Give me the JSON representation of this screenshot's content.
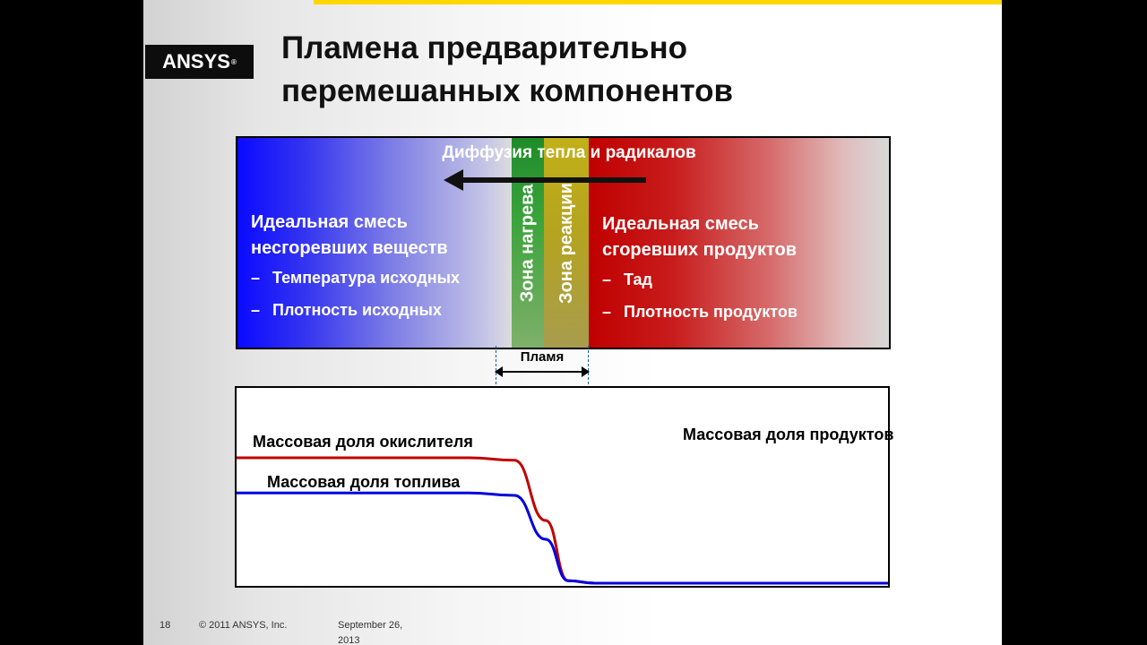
{
  "logo": {
    "text": "ANSYS",
    "mark": "®"
  },
  "title": {
    "line1": "Пламена предварительно",
    "line2": "перемешанных компонентов"
  },
  "diagram": {
    "arrow_label": "Диффузия тепла и радикалов",
    "left": {
      "heading1": "Идеальная смесь",
      "heading2": "несгоревших веществ",
      "bullets": [
        "Температура исходных",
        "Плотность исходных"
      ]
    },
    "zones": [
      "Зона нагрева",
      "Зона реакции"
    ],
    "right": {
      "heading1": "Идеальная смесь",
      "heading2": "сгоревших продуктов",
      "bullets": [
        "Тад",
        "Плотность продуктов"
      ]
    },
    "flame_label": "Пламя",
    "bullet_dash": "–"
  },
  "chart_data": {
    "type": "line",
    "series": [
      {
        "name": "Массовая доля окислителя",
        "color": "#c00000",
        "values": [
          1.0,
          1.0,
          1.0,
          0.98,
          0.5,
          0.02,
          0.0,
          0.0
        ]
      },
      {
        "name": "Массовая доля топлива",
        "color": "#0000dd",
        "values": [
          0.72,
          0.72,
          0.72,
          0.7,
          0.35,
          0.02,
          0.0,
          0.0
        ]
      }
    ],
    "annotation": "Массовая доля продуктов"
  },
  "footer": {
    "page": "18",
    "copyright": "© 2011 ANSYS, Inc.",
    "date_line1": "September 26,",
    "date_line2": "2013"
  }
}
